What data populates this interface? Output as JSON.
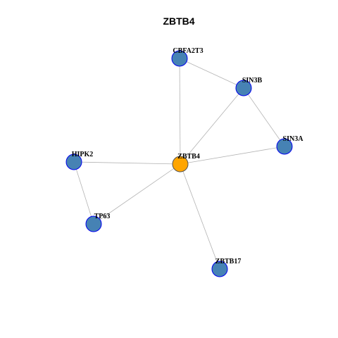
{
  "title": "ZBTB4",
  "colors": {
    "hub_fill": "#ffa500",
    "hub_stroke": "#555555",
    "node_fill": "#4682b4",
    "node_stroke": "#0000ee",
    "edge": "#b3b3b3"
  },
  "nodes": [
    {
      "id": "ZBTB4",
      "label": "ZBTB4",
      "hub": true
    },
    {
      "id": "CBFA2T3",
      "label": "CBFA2T3",
      "hub": false
    },
    {
      "id": "SIN3B",
      "label": "SIN3B",
      "hub": false
    },
    {
      "id": "SIN3A",
      "label": "SIN3A",
      "hub": false
    },
    {
      "id": "HIPK2",
      "label": "HIPK2",
      "hub": false
    },
    {
      "id": "TP63",
      "label": "TP63",
      "hub": false
    },
    {
      "id": "ZBTB17",
      "label": "ZBTB17",
      "hub": false
    }
  ],
  "edges": [
    [
      "CBFA2T3",
      "SIN3B"
    ],
    [
      "CBFA2T3",
      "ZBTB4"
    ],
    [
      "SIN3B",
      "SIN3A"
    ],
    [
      "SIN3B",
      "ZBTB4"
    ],
    [
      "SIN3A",
      "ZBTB4"
    ],
    [
      "HIPK2",
      "ZBTB4"
    ],
    [
      "HIPK2",
      "TP63"
    ],
    [
      "TP63",
      "ZBTB4"
    ],
    [
      "ZBTB17",
      "ZBTB4"
    ]
  ]
}
